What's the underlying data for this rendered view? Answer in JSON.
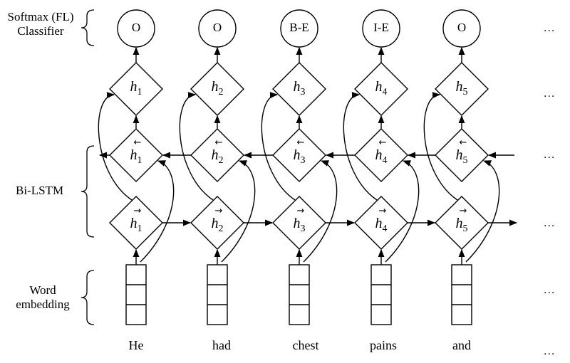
{
  "row_labels": {
    "classifier_line1": "Softmax (FL)",
    "classifier_line2": "Classifier",
    "bilstm": "Bi-LSTM",
    "embedding_line1": "Word",
    "embedding_line2": "embedding"
  },
  "outputs": [
    "O",
    "O",
    "B-E",
    "I-E",
    "O"
  ],
  "hidden": {
    "symbol": "h",
    "indices": [
      "1",
      "2",
      "3",
      "4",
      "5"
    ],
    "backward_marker": "←",
    "forward_marker": "→"
  },
  "words": [
    "He",
    "had",
    "chest",
    "pains",
    "and"
  ],
  "continuation": "..."
}
